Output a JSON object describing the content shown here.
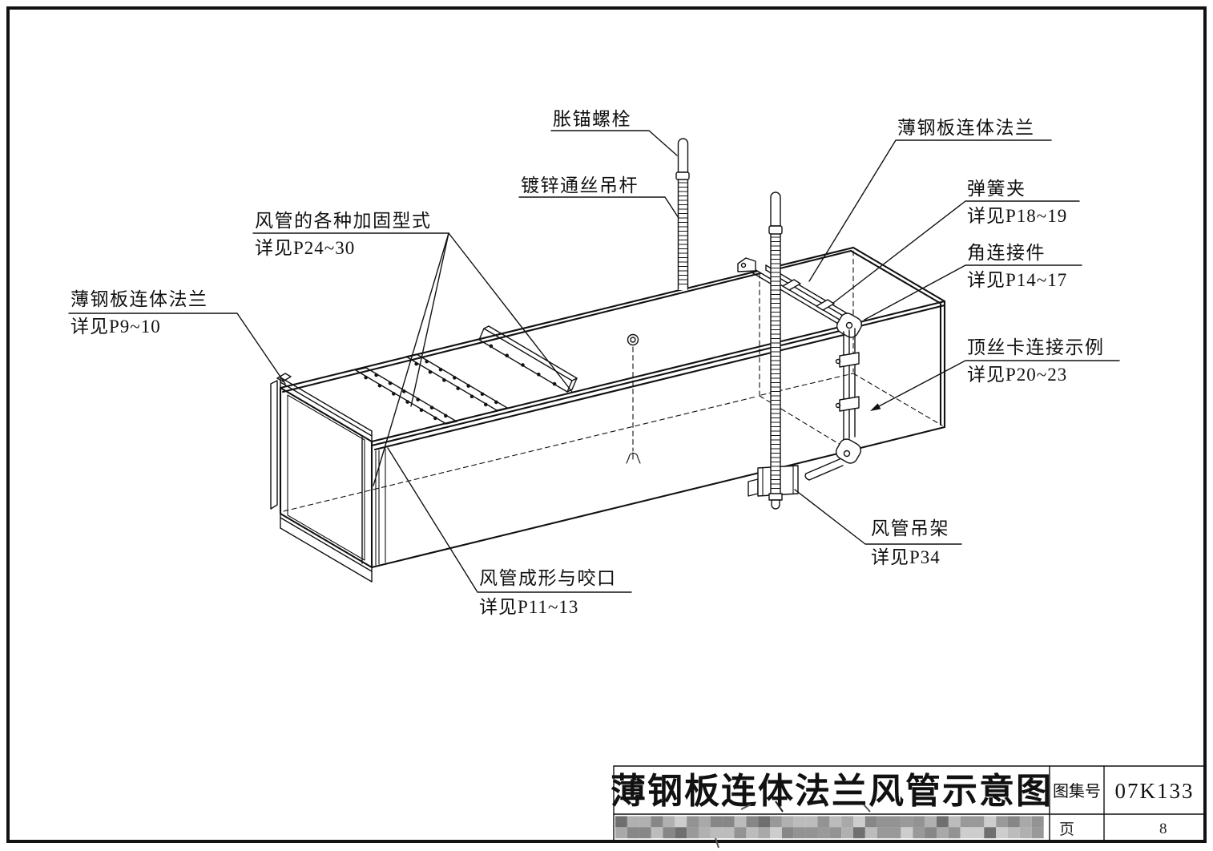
{
  "callouts": {
    "anchor_bolt": {
      "label": "胀锚螺栓"
    },
    "threaded_rod": {
      "label": "镀锌通丝吊杆"
    },
    "flange_top_right": {
      "label": "薄钢板连体法兰"
    },
    "spring_clip": {
      "label": "弹簧夹",
      "ref": "详见P18~19"
    },
    "corner_connector": {
      "label": "角连接件",
      "ref": "详见P14~17"
    },
    "screw_clip_example": {
      "label": "顶丝卡连接示例",
      "ref": "详见P20~23"
    },
    "flange_left": {
      "label": "薄钢板连体法兰",
      "ref": "详见P9~10"
    },
    "duct_reinforcement": {
      "label": "风管的各种加固型式",
      "ref": "详见P24~30"
    },
    "duct_forming_seam": {
      "label": "风管成形与咬口",
      "ref": "详见P11~13"
    },
    "duct_hanger": {
      "label": "风管吊架",
      "ref": "详见P34"
    }
  },
  "title_block": {
    "title": "薄钢板连体法兰风管示意图",
    "atlas_no_label": "图集号",
    "atlas_no": "07K133",
    "page_label": "页",
    "page_no": "8"
  },
  "colors": {
    "ink": "#111111",
    "paper": "#ffffff",
    "mosaic_grays": [
      "#6f6f6f",
      "#878787",
      "#999999",
      "#a9a9a9",
      "#bcbcbc",
      "#cdcdcd",
      "#b0b0b0",
      "#939393"
    ]
  }
}
